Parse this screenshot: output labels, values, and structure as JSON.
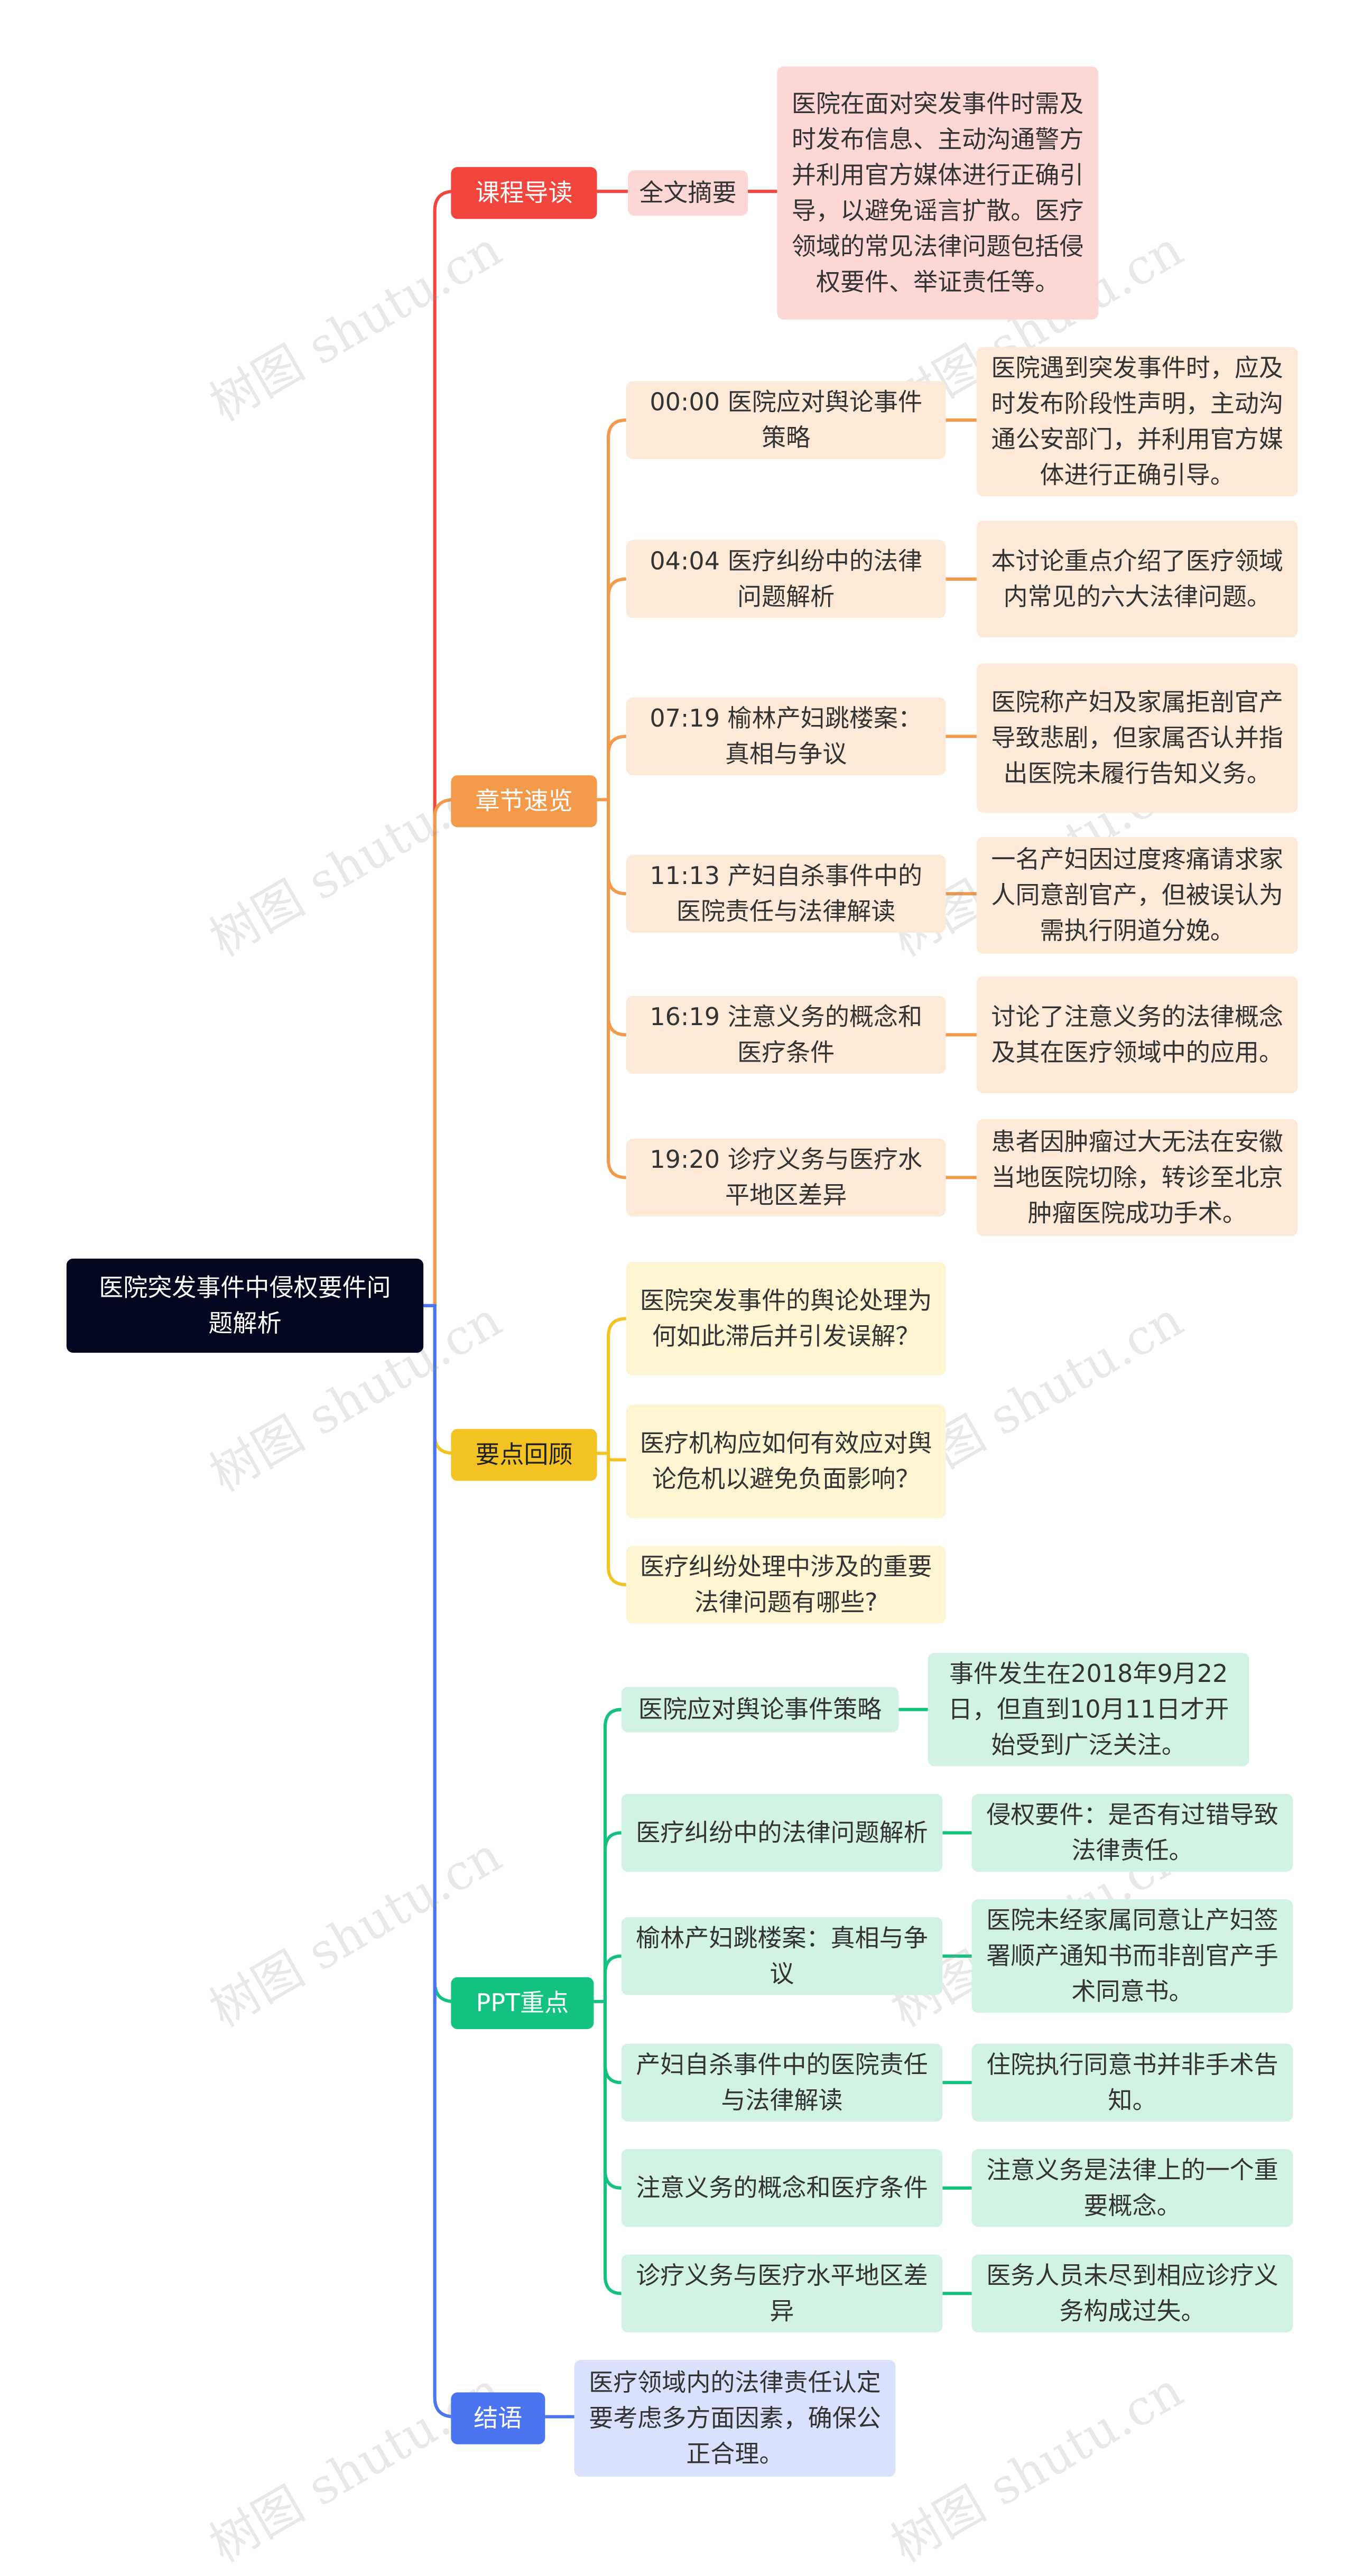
{
  "root": "医院突发事件中侵权要件问题解析",
  "watermark": "树图 shutu.cn",
  "colors": {
    "red": "#f1453e",
    "orange": "#f2994a",
    "yellow": "#f2c323",
    "green": "#14c27f",
    "blue": "#4b74f0",
    "root": "#030820"
  },
  "branches": {
    "intro": {
      "label": "课程导读",
      "items": [
        {
          "label": "全文摘要",
          "detail": "医院在面对突发事件时需及时发布信息、主动沟通警方并利用官方媒体进行正确引导，以避免谣言扩散。医疗领域的常见法律问题包括侵权要件、举证责任等。"
        }
      ]
    },
    "chapters": {
      "label": "章节速览",
      "items": [
        {
          "label": "00:00 医院应对舆论事件策略",
          "detail": "医院遇到突发事件时，应及时发布阶段性声明，主动沟通公安部门，并利用官方媒体进行正确引导。"
        },
        {
          "label": "04:04 医疗纠纷中的法律问题解析",
          "detail": "本讨论重点介绍了医疗领域内常见的六大法律问题。"
        },
        {
          "label": "07:19 榆林产妇跳楼案：真相与争议",
          "detail": "医院称产妇及家属拒剖官产导致悲剧，但家属否认并指出医院未履行告知义务。"
        },
        {
          "label": "11:13 产妇自杀事件中的医院责任与法律解读",
          "detail": "一名产妇因过度疼痛请求家人同意剖官产，但被误认为需执行阴道分娩。"
        },
        {
          "label": "16:19 注意义务的概念和医疗条件",
          "detail": "讨论了注意义务的法律概念及其在医疗领域中的应用。"
        },
        {
          "label": "19:20 诊疗义务与医疗水平地区差异",
          "detail": "患者因肿瘤过大无法在安徽当地医院切除，转诊至北京肿瘤医院成功手术。"
        }
      ]
    },
    "review": {
      "label": "要点回顾",
      "items": [
        {
          "label": "医院突发事件的舆论处理为何如此滞后并引发误解？"
        },
        {
          "label": "医疗机构应如何有效应对舆论危机以避免负面影响？"
        },
        {
          "label": "医疗纠纷处理中涉及的重要法律问题有哪些?"
        }
      ]
    },
    "ppt": {
      "label": "PPT重点",
      "items": [
        {
          "label": "医院应对舆论事件策略",
          "detail": "事件发生在2018年9月22日，但直到10月11日才开始受到广泛关注。"
        },
        {
          "label": "医疗纠纷中的法律问题解析",
          "detail": "侵权要件：是否有过错导致法律责任。"
        },
        {
          "label": "榆林产妇跳楼案：真相与争议",
          "detail": "医院未经家属同意让产妇签署顺产通知书而非剖官产手术同意书。"
        },
        {
          "label": "产妇自杀事件中的医院责任与法律解读",
          "detail": "住院执行同意书并非手术告知。"
        },
        {
          "label": "注意义务的概念和医疗条件",
          "detail": "注意义务是法律上的一个重要概念。"
        },
        {
          "label": "诊疗义务与医疗水平地区差异",
          "detail": "医务人员未尽到相应诊疗义务构成过失。"
        }
      ]
    },
    "conclusion": {
      "label": "结语",
      "items": [
        {
          "label": "医疗领域内的法律责任认定要考虑多方面因素，确保公正合理。"
        }
      ]
    }
  }
}
